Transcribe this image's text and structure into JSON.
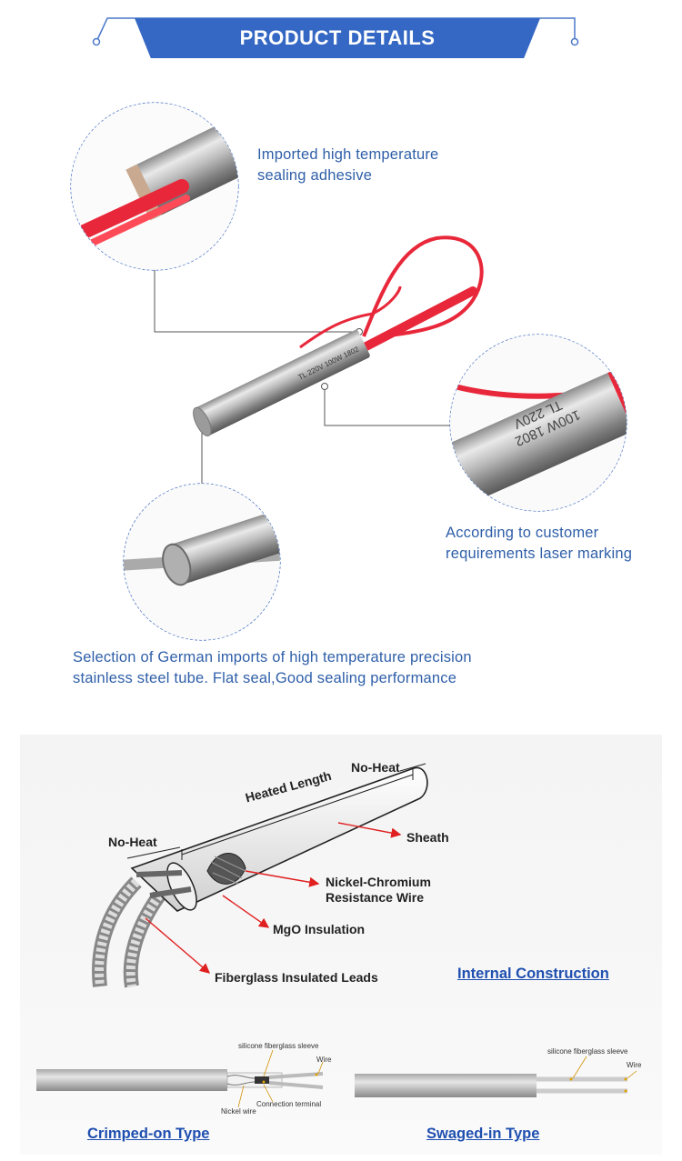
{
  "header": {
    "title": "PRODUCT DETAILS"
  },
  "callouts": {
    "sealing": [
      "Imported high temperature",
      "sealing adhesive"
    ],
    "marking": [
      "According to customer",
      "requirements laser marking"
    ],
    "tube": [
      "Selection of German imports of high temperature precision",
      "stainless steel tube. Flat seal,Good sealing performance"
    ]
  },
  "marking_text": {
    "line1": "TL 220V",
    "line2": "100W 1802"
  },
  "construction": {
    "no_heat_tip": "No-Heat",
    "heated_length": "Heated Length",
    "no_heat_lead": "No-Heat",
    "sheath": "Sheath",
    "nickel_chromium": [
      "Nickel-Chromium",
      "Resistance Wire"
    ],
    "mgo": "MgO Insulation",
    "leads": "Fiberglass Insulated  Leads",
    "caption": "Internal Construction"
  },
  "types": {
    "crimped": {
      "caption": "Crimped-on Type",
      "sleeve": "silicone fiberglass sleeve",
      "wire": "Wire",
      "nickel": "Nickel wire",
      "terminal": "Connection terminal"
    },
    "swaged": {
      "caption": "Swaged-in Type",
      "sleeve": "silicone fiberglass sleeve",
      "wire": "Wire"
    }
  },
  "colors": {
    "accent": "#3568c4",
    "text_blue": "#2f5fa8",
    "wire_red": "#e8283a"
  }
}
